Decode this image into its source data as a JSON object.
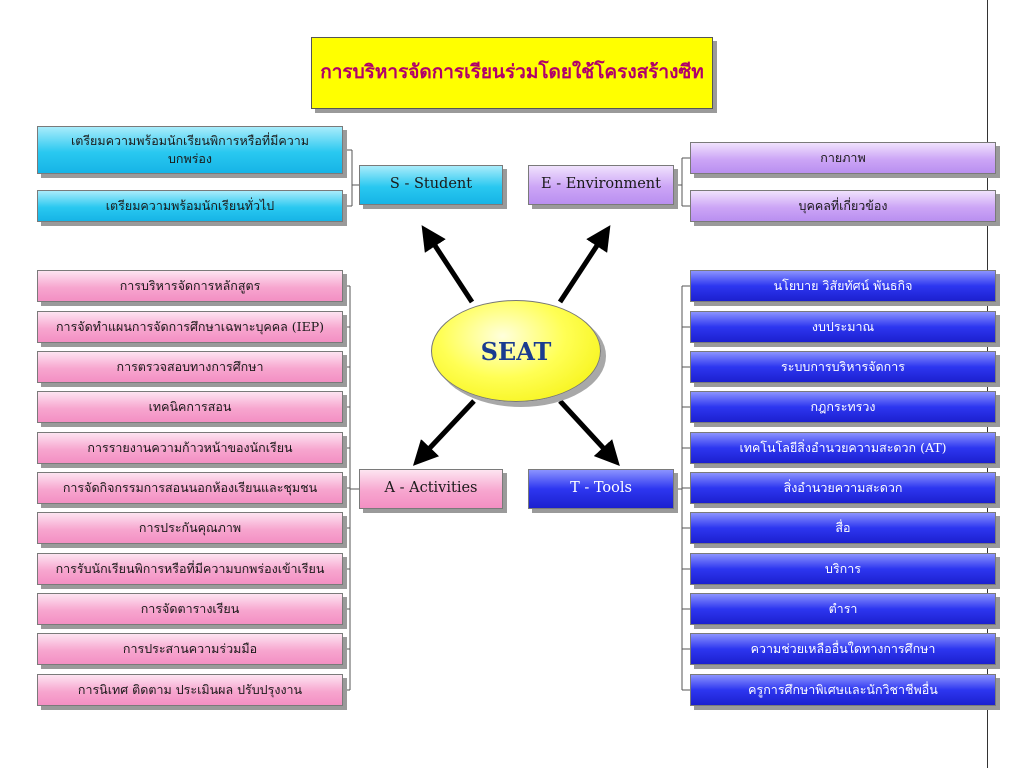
{
  "title": "การบริหารจัดการเรียนร่วมโดยใช้โครงสร้างซีท",
  "center": "SEAT",
  "categories": {
    "student": "S - Student",
    "environment": "E - Environment",
    "activities": "A - Activities",
    "tools": "T - Tools"
  },
  "student_items": [
    "เตรียมความพร้อมนักเรียนพิการหรือที่มีความบกพร่อง",
    "เตรียมความพร้อมนักเรียนทั่วไป"
  ],
  "environment_items": [
    "กายภาพ",
    "บุคคลที่เกี่ยวข้อง"
  ],
  "activities_items": [
    "การบริหารจัดการหลักสูตร",
    "การจัดทำแผนการจัดการศึกษาเฉพาะบุคคล (IEP)",
    "การตรวจสอบทางการศึกษา",
    "เทคนิคการสอน",
    "การรายงานความก้าวหน้าของนักเรียน",
    "การจัดกิจกรรมการสอนนอกห้องเรียนและชุมชน",
    "การประกันคุณภาพ",
    "การรับนักเรียนพิการหรือที่มีความบกพร่องเข้าเรียน",
    "การจัดตารางเรียน",
    "การประสานความร่วมมือ",
    "การนิเทศ ติดตาม ประเมินผล ปรับปรุงงาน"
  ],
  "tools_items": [
    "นโยบาย วิสัยทัศน์ พันธกิจ",
    "งบประมาณ",
    "ระบบการบริหารจัดการ",
    "กฎกระทรวง",
    "เทคโนโลยีสิ่งอำนวยความสะดวก (AT)",
    "สิ่งอำนวยความสะดวก",
    "สื่อ",
    "บริการ",
    "ตำรา",
    "ความช่วยเหลืออื่นใดทางการศึกษา",
    "ครูการศึกษาพิเศษและนักวิชาชีพอื่น"
  ],
  "colors": {
    "title_bg": "#ffff00",
    "title_text": "#b0006a",
    "student": "#29c8f0",
    "environment": "#cca5f6",
    "activities": "#f7a6cf",
    "tools": "#2d36f0",
    "center_text": "#1a3c90"
  }
}
